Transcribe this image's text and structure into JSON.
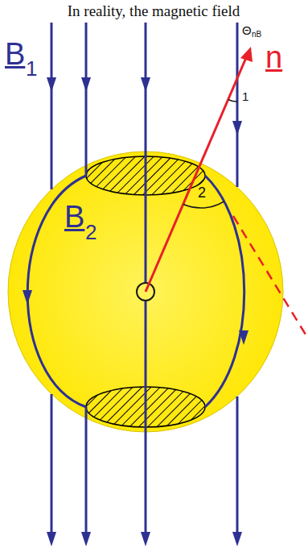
{
  "diagram": {
    "title": "In reality, the magnetic field",
    "labels": [
      "Θ",
      "nB",
      "B",
      "1",
      "n",
      "1",
      "2",
      "B",
      "2"
    ]
  }
}
